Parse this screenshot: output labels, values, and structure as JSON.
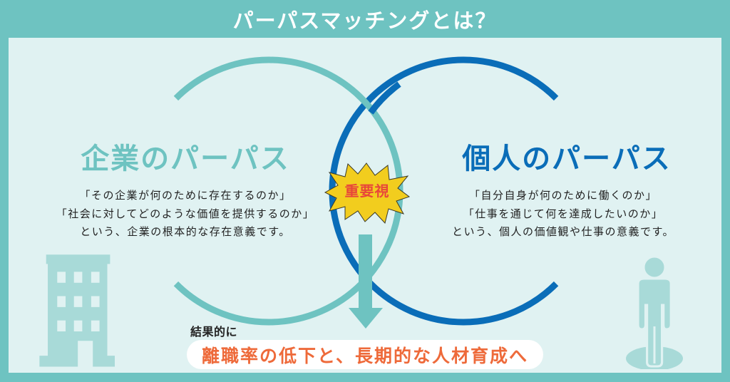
{
  "header": {
    "title": "パーパスマッチングとは？"
  },
  "colors": {
    "frame": "#6EC3C1",
    "panel": "#E0F2F2",
    "company_accent": "#6EC3C1",
    "individual_accent": "#0A6DB8",
    "burst_fill": "#F2CD1E",
    "burst_text": "#E8473A",
    "result_text": "#EE6A3A",
    "icon_fill": "#A8DAD8"
  },
  "company": {
    "heading": "企業のパーパス",
    "lines": [
      "「その企業が何のために存在するのか」",
      "「社会に対してどのような価値を提供するのか」",
      "という、企業の根本的な存在意義です。"
    ],
    "icon": "building-icon"
  },
  "individual": {
    "heading": "個人のパーパス",
    "lines": [
      "「自分自身が何のために働くのか」",
      "「仕事を通じて何を達成したいのか」",
      "という、個人の価値観や仕事の意義です。"
    ],
    "icon": "person-icon"
  },
  "center": {
    "badge": "重要視",
    "badge_icon": "starburst-icon",
    "arrow_icon": "arrow-down-icon"
  },
  "result": {
    "label": "結果的に",
    "message": "離職率の低下と、長期的な人材育成へ"
  }
}
